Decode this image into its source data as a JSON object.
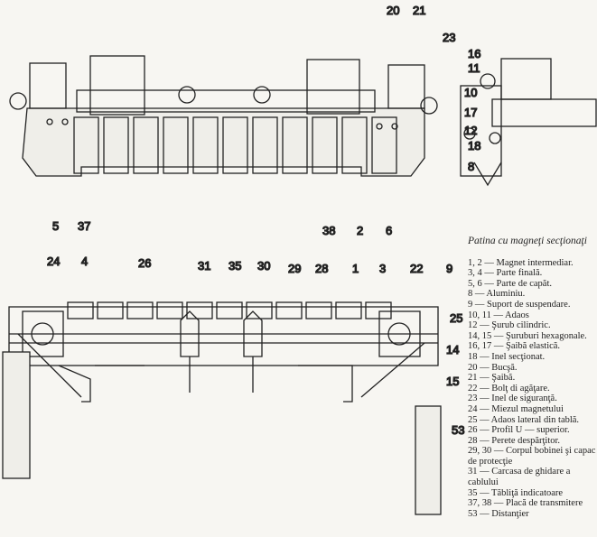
{
  "legend": {
    "title": "Patina cu magneţi secţionaţi",
    "items": [
      "1, 2 — Magnet intermediar.",
      "3, 4 — Parte finală.",
      "5, 6 — Parte de capăt.",
      "8 — Aluminiu.",
      "9 — Suport de suspendare.",
      "10, 11 — Adaos",
      "12 — Şurub cilindric.",
      "14, 15 — Şuruburi hexagonale.",
      "16, 17 — Şaibă elastică.",
      "18 — Inel secţionat.",
      "20 — Bucşă.",
      "21 — Şaibă.",
      "22 — Bolţ di agăţare.",
      "23 — Inel de siguranţă.",
      "24 — Miezul magnetului",
      "25 — Adaos lateral din tablă.",
      "26 — Profil U — superior.",
      "28 — Perete despărţitor.",
      "29, 30 — Corpul bobinei şi capac de protecţie",
      "31 — Carcasa de ghidare a cablului",
      "35 — Tăbliţă indicatoare",
      "37, 38 — Placă de transmitere",
      "53 — Distanţier"
    ]
  },
  "callouts": {
    "top": [
      "20",
      "21",
      "23",
      "16",
      "11",
      "10",
      "17",
      "12",
      "18",
      "8",
      "5",
      "37",
      "38",
      "2",
      "6"
    ],
    "bottom": [
      "24",
      "4",
      "26",
      "31",
      "35",
      "30",
      "29",
      "28",
      "1",
      "3",
      "22",
      "9",
      "25",
      "14",
      "15",
      "53"
    ]
  }
}
